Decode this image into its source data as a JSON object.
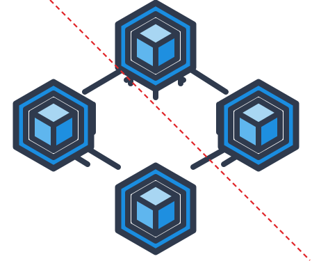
{
  "illustration": {
    "subject": "network-of-cubes-icon",
    "nodes": [
      "cube-top",
      "cube-left",
      "cube-right",
      "cube-bottom"
    ],
    "overlay": "diagonal-dashed-line"
  },
  "colors": {
    "outline": "#2f3a4d",
    "outer_fill": "#1a8de0",
    "inner_light": "#a8d6f2",
    "inner_mid": "#5fb6ee",
    "inner_dark": "#1e8fe0",
    "dashed_line": "#e0262a",
    "background": "#ffffff"
  }
}
